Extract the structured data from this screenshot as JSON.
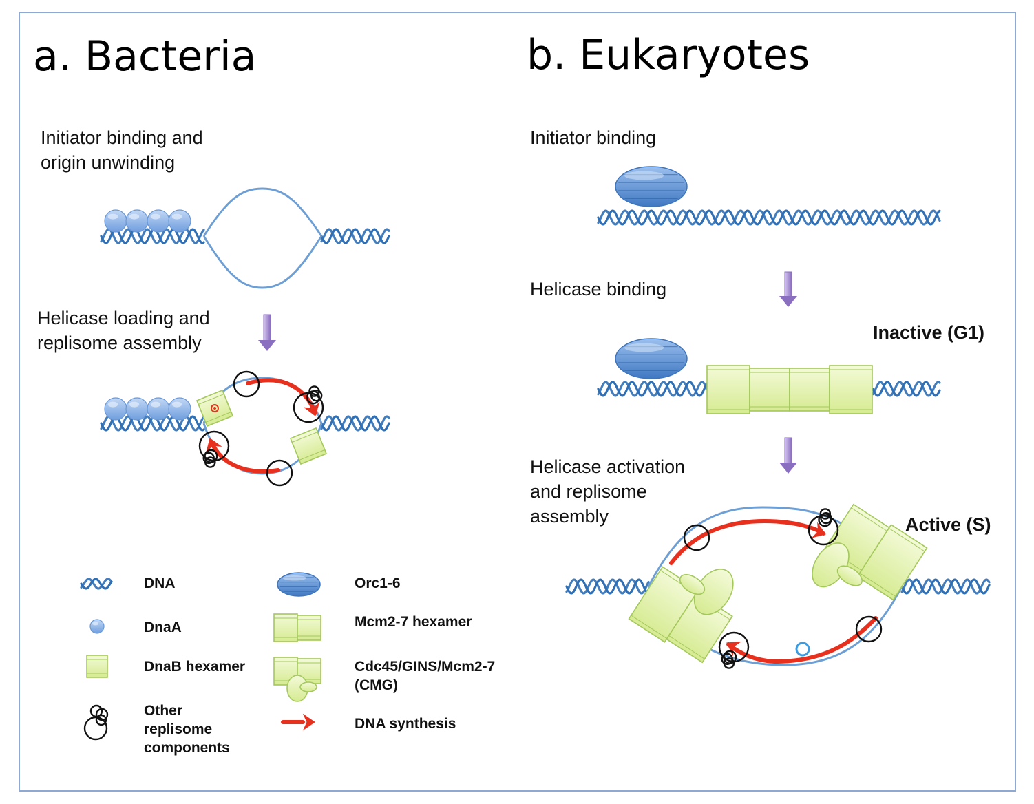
{
  "panels": {
    "bacteria": {
      "title": "a. Bacteria",
      "step1": "Initiator binding and\norigin unwinding",
      "step2": "Helicase loading and\nreplisome assembly"
    },
    "eukaryotes": {
      "title": "b. Eukaryotes",
      "step1": "Initiator binding",
      "step2": "Helicase binding",
      "step3": "Helicase activation\nand replisome\nassembly",
      "state_inactive": "Inactive (G1)",
      "state_active": "Active (S)"
    }
  },
  "legend": {
    "dna": "DNA",
    "dnaa": "DnaA",
    "dnab": "DnaB hexamer",
    "other": "Other\nreplisome\ncomponents",
    "orc": "Orc1-6",
    "mcm": "Mcm2-7 hexamer",
    "cmg": "Cdc45/GINS/Mcm2-7\n(CMG)",
    "synthesis": "DNA synthesis"
  },
  "colors": {
    "dna": "#2f6fb5",
    "bubble": "#6e9fd4",
    "dnaa": "#8db3e8",
    "orc": "#5b8fd0",
    "mcm_fill": "#e6f3b4",
    "mcm_stroke": "#a4c85c",
    "synthesis": "#e8301f",
    "process_arrow": "#9a7fc8",
    "border": "#8da9d4"
  }
}
